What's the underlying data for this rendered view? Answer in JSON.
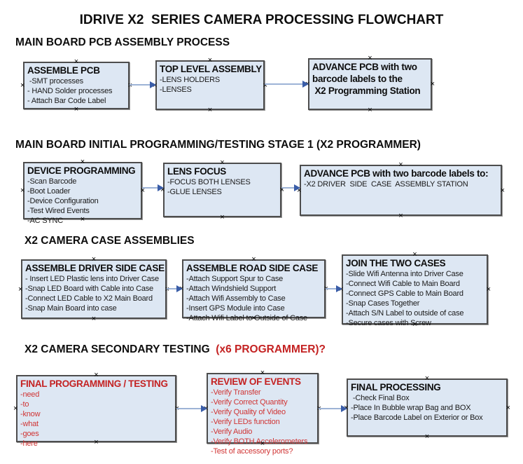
{
  "title": "IDRIVE X2  SERIES CAMERA PROCESSING FLOWCHART",
  "colors": {
    "box_fill": "#dde7f3",
    "box_border": "#4d4d4d",
    "arrow_line": "#9db3d6",
    "arrow_head": "#3a5da8",
    "red_title": "#c42222",
    "red_item": "#d03434"
  },
  "sections": [
    {
      "heading": "MAIN BOARD PCB ASSEMBLY PROCESS",
      "boxes": [
        {
          "id": "a1",
          "color": "black",
          "title": "ASSEMBLE PCB",
          "items": [
            " -SMT processes",
            "- HAND Solder processes",
            "- Attach Bar Code Label"
          ]
        },
        {
          "id": "a2",
          "color": "black",
          "title": "TOP LEVEL ASSEMBLY",
          "items": [
            "-LENS HOLDERS",
            "-LENSES"
          ]
        },
        {
          "id": "a3",
          "color": "black",
          "title": "ADVANCE PCB with two\nbarcode labels to the\n X2 Programming Station",
          "items": []
        }
      ]
    },
    {
      "heading": "MAIN BOARD INITIAL PROGRAMMING/TESTING STAGE 1 (X2 PROGRAMMER)",
      "boxes": [
        {
          "id": "b1",
          "color": "black",
          "title": "DEVICE PROGRAMMING",
          "items": [
            "-Scan Barcode",
            "-Boot Loader",
            "-Device Configuration",
            "-Test Wired Events",
            "-AC SYNC"
          ]
        },
        {
          "id": "b2",
          "color": "black",
          "title": "LENS FOCUS",
          "items": [
            "-FOCUS BOTH LENSES",
            "-GLUE LENSES"
          ]
        },
        {
          "id": "b3",
          "color": "black",
          "title": "ADVANCE PCB with two barcode labels to:",
          "items": [
            "-X2 DRIVER  SIDE  CASE  ASSEMBLY STATION"
          ]
        }
      ]
    },
    {
      "heading": "X2 CAMERA CASE ASSEMBLIES",
      "boxes": [
        {
          "id": "c1",
          "color": "black",
          "title": "ASSEMBLE DRIVER SIDE CASE",
          "items": [
            "- Insert LED Plastic lens into Driver Case",
            "-Snap LED Board with Cable into Case",
            "-Connect LED Cable to X2 Main Board",
            "-Snap Main Board into case"
          ]
        },
        {
          "id": "c2",
          "color": "black",
          "title": "ASSEMBLE ROAD SIDE CASE",
          "items": [
            "-Attach Support Spur to Case",
            "-Attach Windshield Support",
            "-Attach Wifi Assembly to Case",
            "-Insert GPS Module into Case",
            "-Attach Wifi Label to Outside of Case"
          ]
        },
        {
          "id": "c3",
          "color": "black",
          "title": "JOIN THE TWO CASES",
          "items": [
            "-Slide Wifi Antenna into Driver Case",
            "-Connect Wifi Cable to Main Board",
            "-Connect GPS Cable to Main Board",
            "-Snap Cases Together",
            "-Attach S/N Label to outside of case",
            "-Secure cases with Screw"
          ]
        }
      ]
    },
    {
      "heading": "X2 CAMERA SECONDARY TESTING  ",
      "heading_suffix": "(x6 PROGRAMMER)?",
      "boxes": [
        {
          "id": "d1",
          "color": "red",
          "title": "FINAL PROGRAMMING / TESTING",
          "items": [
            "-need",
            "-to",
            "-know",
            "-what",
            "-goes",
            "-here"
          ]
        },
        {
          "id": "d2",
          "color": "red",
          "title": "REVIEW OF EVENTS",
          "items": [
            "-Verify Transfer",
            "-Verify Correct Quantity",
            "-Verify Quality of Video",
            "-Verify LEDs function",
            "-Verify Audio",
            "-Verify BOTH Accelerometers",
            "-Test of accessory ports?"
          ]
        },
        {
          "id": "d3",
          "color": "black",
          "title": "FINAL PROCESSING",
          "items": [
            " -Check Final Box",
            "-Place In Bubble wrap Bag and BOX",
            "-Place Barcode Label on Exterior or Box"
          ]
        }
      ]
    }
  ]
}
